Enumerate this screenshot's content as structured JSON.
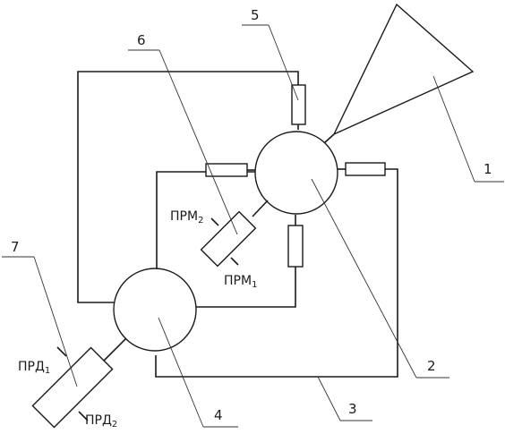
{
  "diagram": {
    "numbers": {
      "n1": "1",
      "n2": "2",
      "n3": "3",
      "n4": "4",
      "n5": "5",
      "n6": "6",
      "n7": "7"
    },
    "labels": {
      "prm2_base": "ПРМ",
      "prm2_sub": "2",
      "prm1_base": "ПРМ",
      "prm1_sub": "1",
      "prd1_base": "ПРД",
      "prd1_sub": "1",
      "prd2_base": "ПРД",
      "prd2_sub": "2"
    }
  }
}
